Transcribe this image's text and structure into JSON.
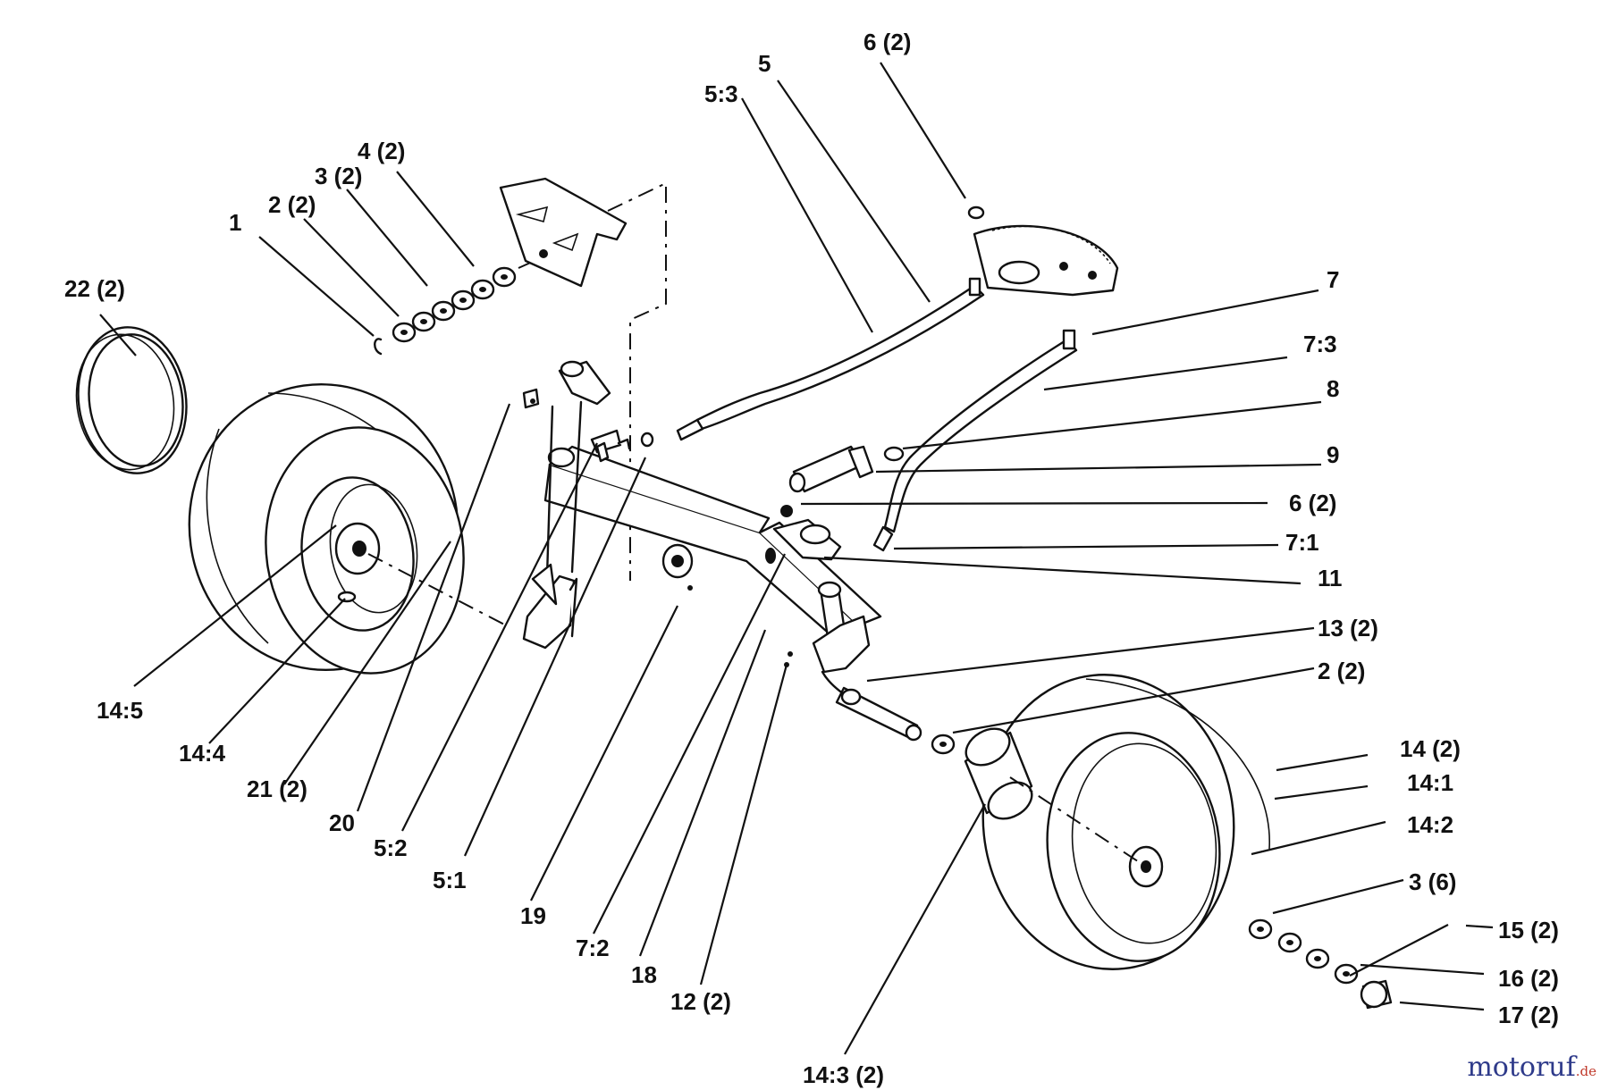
{
  "callouts": [
    {
      "id": "c-1",
      "text": "1"
    },
    {
      "id": "c-2",
      "text": "2 (2)"
    },
    {
      "id": "c-3",
      "text": "3 (2)"
    },
    {
      "id": "c-4",
      "text": "4 (2)"
    },
    {
      "id": "c-22",
      "text": "22 (2)"
    },
    {
      "id": "c-5-3",
      "text": "5:3"
    },
    {
      "id": "c-5",
      "text": "5"
    },
    {
      "id": "c-6-top",
      "text": "6 (2)"
    },
    {
      "id": "c-7",
      "text": "7"
    },
    {
      "id": "c-7-3",
      "text": "7:3"
    },
    {
      "id": "c-8",
      "text": "8"
    },
    {
      "id": "c-9",
      "text": "9"
    },
    {
      "id": "c-6-mid",
      "text": "6 (2)"
    },
    {
      "id": "c-7-1",
      "text": "7:1"
    },
    {
      "id": "c-11",
      "text": "11"
    },
    {
      "id": "c-13",
      "text": "13 (2)"
    },
    {
      "id": "c-2-right",
      "text": "2 (2)"
    },
    {
      "id": "c-14",
      "text": "14 (2)"
    },
    {
      "id": "c-14-1",
      "text": "14:1"
    },
    {
      "id": "c-14-2",
      "text": "14:2"
    },
    {
      "id": "c-3-6",
      "text": "3 (6)"
    },
    {
      "id": "c-15",
      "text": "15 (2)"
    },
    {
      "id": "c-16",
      "text": "16 (2)"
    },
    {
      "id": "c-17",
      "text": "17 (2)"
    },
    {
      "id": "c-14-5",
      "text": "14:5"
    },
    {
      "id": "c-14-4",
      "text": "14:4"
    },
    {
      "id": "c-21",
      "text": "21 (2)"
    },
    {
      "id": "c-20",
      "text": "20"
    },
    {
      "id": "c-5-2",
      "text": "5:2"
    },
    {
      "id": "c-5-1",
      "text": "5:1"
    },
    {
      "id": "c-19",
      "text": "19"
    },
    {
      "id": "c-7-2",
      "text": "7:2"
    },
    {
      "id": "c-18",
      "text": "18"
    },
    {
      "id": "c-12",
      "text": "12 (2)"
    },
    {
      "id": "c-14-3",
      "text": "14:3 (2)"
    }
  ],
  "watermark": {
    "main": "motoruf",
    "suffix": ".de"
  }
}
